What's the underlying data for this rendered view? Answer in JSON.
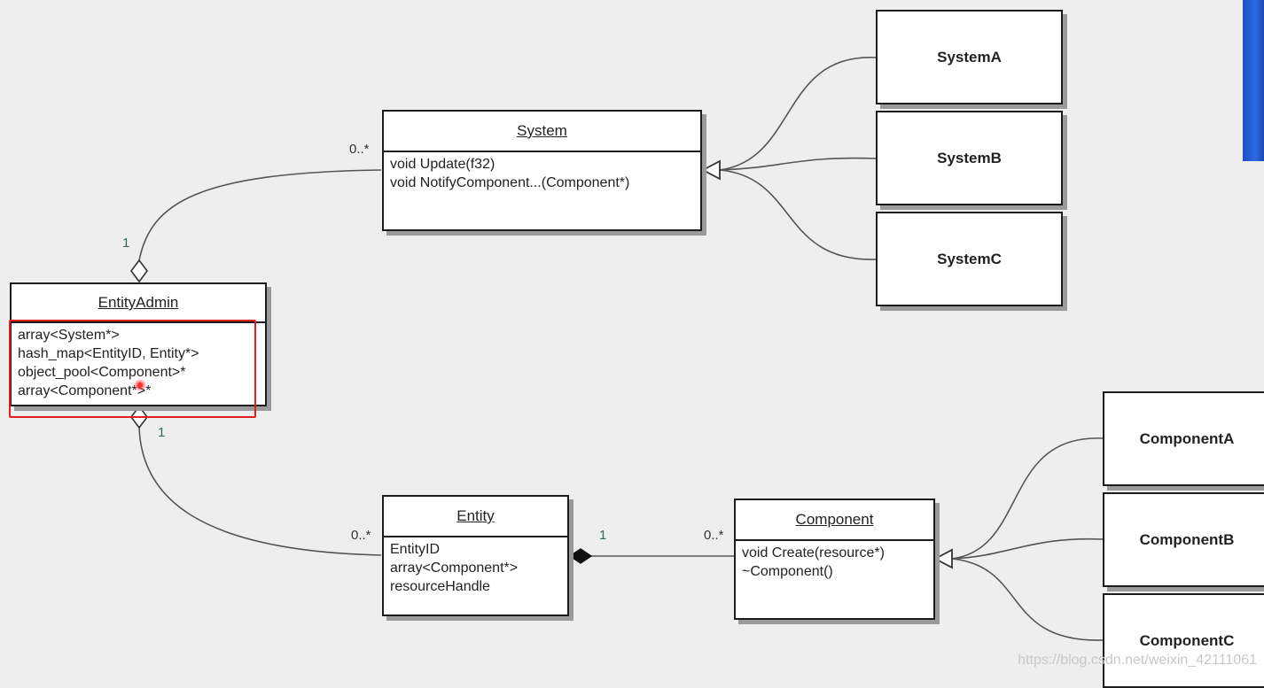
{
  "classes": {
    "system": {
      "name": "System",
      "methods": [
        "void Update(f32)",
        "void NotifyComponent...(Component*)"
      ]
    },
    "entity_admin": {
      "name": "EntityAdmin",
      "fields": [
        "array<System*>",
        "hash_map<EntityID, Entity*>",
        "object_pool<Component>*",
        "array<Component*>*"
      ]
    },
    "entity": {
      "name": "Entity",
      "fields": [
        "EntityID",
        "array<Component*>",
        "resourceHandle"
      ]
    },
    "component": {
      "name": "Component",
      "methods": [
        "void Create(resource*)",
        "~Component()"
      ]
    }
  },
  "subclasses": {
    "systems": [
      "SystemA",
      "SystemB",
      "SystemC"
    ],
    "components": [
      "ComponentA",
      "ComponentB",
      "ComponentC"
    ]
  },
  "multiplicities": {
    "admin_to_system_admin": "1",
    "admin_to_system_system": "0..*",
    "admin_to_entity_admin": "1",
    "admin_to_entity_entity": "0..*",
    "entity_to_component_entity": "1",
    "entity_to_component_component": "0..*"
  },
  "watermark": "https://blog.csdn.net/weixin_42111061",
  "colors": {
    "background": "#eeeeee",
    "border": "#1c1c1c",
    "highlight": "#e0201e",
    "multiplicity_green": "#2f6f4f"
  }
}
